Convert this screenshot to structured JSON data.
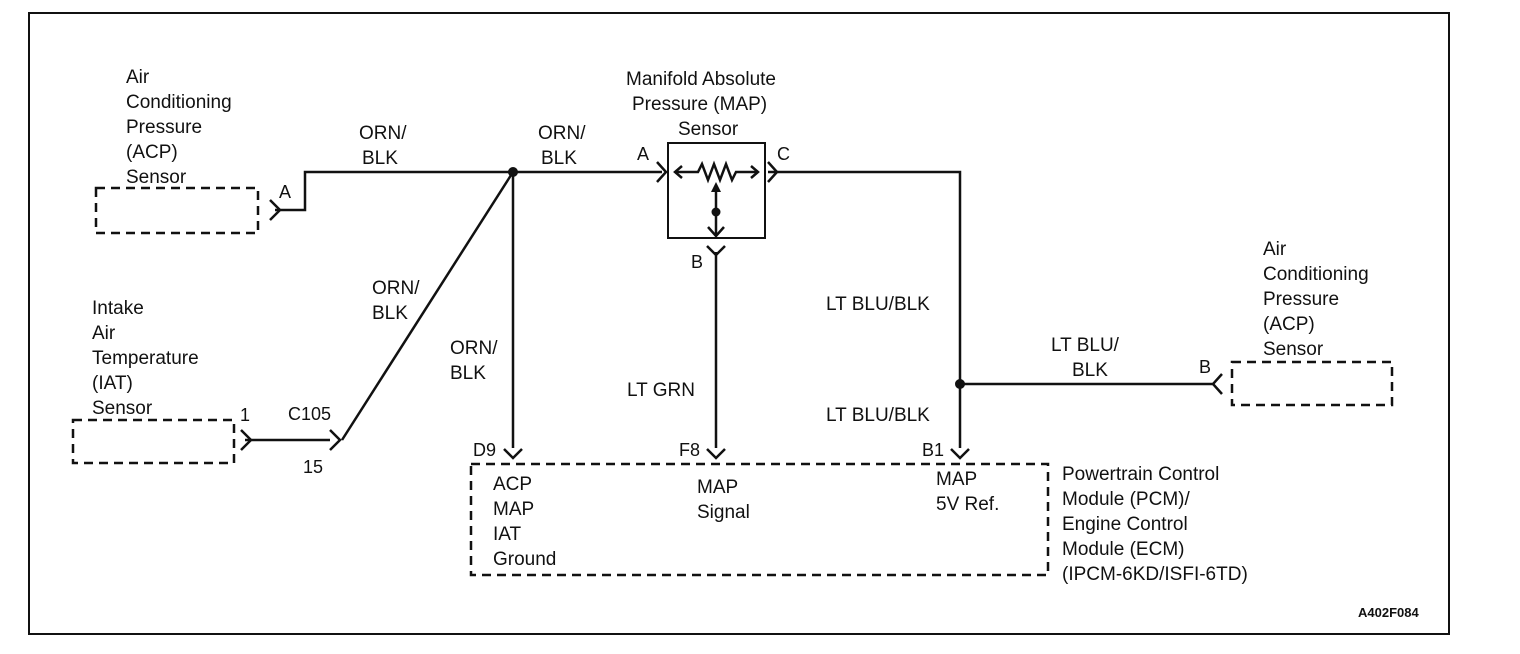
{
  "diagram": {
    "figure_code": "A402F084",
    "components": {
      "acp_left": {
        "lines": [
          "Air",
          "Conditioning",
          "Pressure",
          "(ACP)",
          "Sensor"
        ],
        "pin": "A"
      },
      "iat": {
        "lines": [
          "Intake",
          "Air",
          "Temperature",
          "(IAT)",
          "Sensor"
        ],
        "pin": "1"
      },
      "connector_c105": {
        "name": "C105",
        "pin": "15"
      },
      "map_sensor": {
        "lines": [
          "Manifold Absolute",
          "Pressure (MAP)",
          "Sensor"
        ],
        "pins": {
          "a": "A",
          "b": "B",
          "c": "C"
        }
      },
      "acp_right": {
        "lines": [
          "Air",
          "Conditioning",
          "Pressure",
          "(ACP)",
          "Sensor"
        ],
        "pin": "B"
      },
      "pcm": {
        "lines": [
          "Powertrain Control",
          "Module (PCM)/",
          "Engine Control",
          "Module (ECM)",
          "(IPCM-6KD/ISFI-6TD)"
        ],
        "terminals": [
          {
            "pin": "D9",
            "lines": [
              "ACP",
              "MAP",
              "IAT",
              "Ground"
            ]
          },
          {
            "pin": "F8",
            "lines": [
              "MAP",
              "Signal"
            ]
          },
          {
            "pin": "B1",
            "lines": [
              "MAP",
              "5V Ref."
            ]
          }
        ]
      }
    },
    "wire_labels": {
      "acp_to_splice": [
        "ORN/",
        "BLK"
      ],
      "splice_to_map": [
        "ORN/",
        "BLK"
      ],
      "c105_to_splice": [
        "ORN/",
        "BLK"
      ],
      "splice_to_pcm": [
        "ORN/",
        "BLK"
      ],
      "map_signal": [
        "LT GRN"
      ],
      "map_ref_upper": [
        "LT BLU/BLK"
      ],
      "map_ref_lower": [
        "LT BLU/BLK"
      ],
      "ref_to_acp": [
        "LT BLU/",
        "BLK"
      ]
    }
  }
}
